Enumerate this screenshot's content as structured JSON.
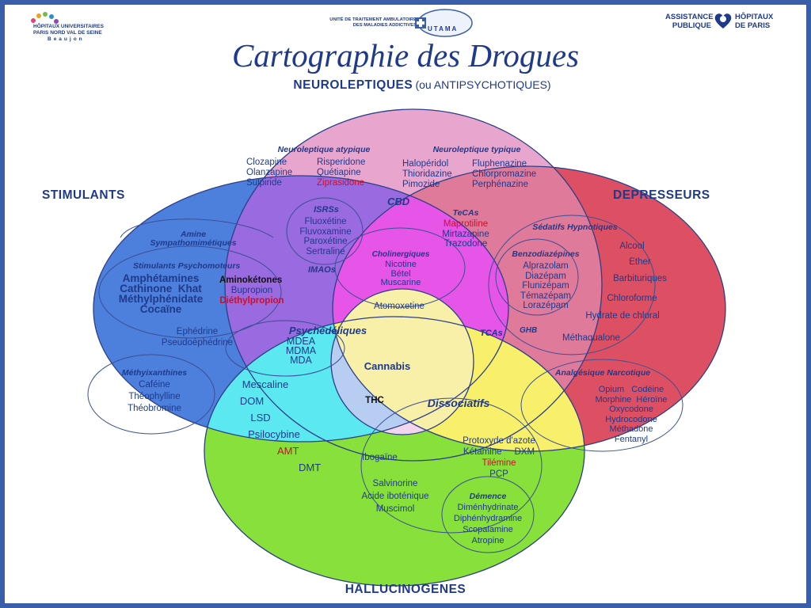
{
  "header": {
    "logo_left_line1": "HÔPITAUX UNIVERSITAIRES",
    "logo_left_line2": "PARIS NORD VAL DE SEINE",
    "logo_left_line3": "Beaujon",
    "logo_center_line1": "UNITÉ DE TRAITEMENT AMBULATOIRE",
    "logo_center_line2": "DES MALADIES ADDICTIVES",
    "logo_center_acronym": "UTAMA",
    "logo_right_left1": "ASSISTANCE",
    "logo_right_left2": "PUBLIQUE",
    "logo_right_right1": "HÔPITAUX",
    "logo_right_right2": "DE PARIS"
  },
  "title": "Cartographie des Drogues",
  "colors": {
    "frame": "#3a5fa8",
    "neuroleptiques": "#e8a6cf",
    "stimulants": "#4d7fdc",
    "depresseurs": "#dd5064",
    "hallucinogenes": "#88e03a",
    "stim_neuro": "#9a6ae0",
    "neuro_depr": "#e07a9a",
    "neuro_stim_depr": "#e655e8",
    "stim_hallu": "#5ce8f0",
    "depr_hallu": "#f8f06a",
    "center_pink": "#f2d6ee",
    "center_blue": "#b7cdf2",
    "center_yellow": "#f8efa8",
    "text": "#1f3a8a"
  },
  "categories": {
    "neuroleptiques": "NEUROLEPTIQUES",
    "neuroleptiques_sub": "(ou ANTIPSYCHOTIQUES)",
    "stimulants": "STIMULANTS",
    "depresseurs": "DEPRESSEURS",
    "hallucinogenes": "HALLUCINOGENES"
  },
  "neuro": {
    "atypique_header": "Neuroleptique atypique",
    "atypique_col1": [
      "Clozapine",
      "Olanzapine",
      "Sulpiride"
    ],
    "atypique_col2": [
      "Risperidone",
      "Quétiapine",
      "Ziprasidone"
    ],
    "typique_header": "Neuroleptique typique",
    "typique_col1": [
      "Halopéridol",
      "Thioridazine",
      "Pimozide"
    ],
    "typique_col2": [
      "Fluphenazine",
      "Chlorpromazine",
      "Perphénazine"
    ],
    "cbd": "CBD"
  },
  "isrs": {
    "header": "ISRSs",
    "items": [
      "Fluoxétine",
      "Fluvoxamine",
      "Paroxétine",
      "Sertraline"
    ]
  },
  "tecas": {
    "header": "TeCAs",
    "items": [
      "Maprotiline",
      "Mirtazapine",
      "Trazodone"
    ]
  },
  "cholinergiques": {
    "header": "Cholinergiques",
    "items": [
      "Nicotine",
      "Bétel",
      "Muscarine"
    ]
  },
  "imaos": "IMAOs",
  "stim": {
    "amine_header1": "Amine",
    "amine_header2": "Sympathomimétiques",
    "psycho_header": "Stimulants Psychomoteurs",
    "psycho_items": [
      "Amphétamines",
      "Cathinone  Khat",
      "Méthylphénidate",
      "Cocaïne"
    ],
    "aminocetones_header": "Aminokétones",
    "aminocetones_items": [
      "Bupropion",
      "Diéthylpropion"
    ],
    "ephedrine": [
      "Ephédrine",
      "Pseudoéphédrine"
    ],
    "methylxanthines_header": "Méthyixanthines",
    "methylxanthines_items": [
      "Caféine",
      "Théophylline",
      "Théobromine"
    ]
  },
  "depr": {
    "sedatifs_header": "Sédatifs Hypnotiques",
    "benzo_header": "Benzodiazépines",
    "benzo_items": [
      "Alprazolam",
      "Diazépam",
      "Flunizépam",
      "Témazépam",
      "Lorazépam"
    ],
    "right_items": [
      "Alcool",
      "Ether",
      "Barbituriques",
      "Chloroforme",
      "Hydrate de chloral"
    ],
    "methaqualone": "Méthaqualone",
    "ghb": "GHB",
    "tcas": "TCAs",
    "analgesique_header": "Analgésique Narcotique",
    "analgesique_rows": [
      "Opium   Codéine",
      "Morphine  Héroïne",
      "Oxycodone",
      "Hydrocodone",
      "Méthadone",
      "Fentanyl"
    ]
  },
  "center": {
    "atomoxetine": "Atomoxetine",
    "psychedeliques_header": "Psychédéliques",
    "psychedeliques_items": [
      "MDEA",
      "MDMA",
      "MDA"
    ],
    "cannabis": "Cannabis",
    "thc": "THC",
    "dissociatifs_header": "Dissociatifs"
  },
  "hallu": {
    "left_items": [
      "Mescaline",
      "DOM",
      "LSD",
      "Psilocybine"
    ],
    "amt": "AMT",
    "dmt": "DMT",
    "ibogaine": "Ibogaïne",
    "bottom_items": [
      "Salvinorine",
      "Acide iboténique",
      "Muscimol"
    ],
    "dissoc_items": [
      "Protoxyde d'azote",
      "Kétamine     DXM"
    ],
    "tilemine": "Tilémine",
    "pcp": "PCP",
    "demence_header": "Démence",
    "demence_items": [
      "Diménhydrinate",
      "Diphénhydramine",
      "Scopalamine",
      "Atropine"
    ]
  }
}
